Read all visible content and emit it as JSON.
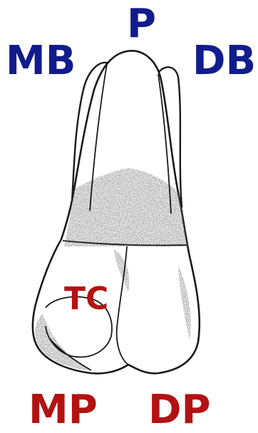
{
  "labels": {
    "palatal": "P",
    "mesiobuccal": "MB",
    "distobuccal": "DB",
    "talon_cusp": "TC",
    "mesiopalatal": "MP",
    "distopalatal": "DP"
  },
  "colors": {
    "root_label": "#111c8c",
    "cusp_label": "#b31212",
    "outline": "#1a1a1a",
    "stipple": "#3a3a3a",
    "background": "#ffffff"
  }
}
